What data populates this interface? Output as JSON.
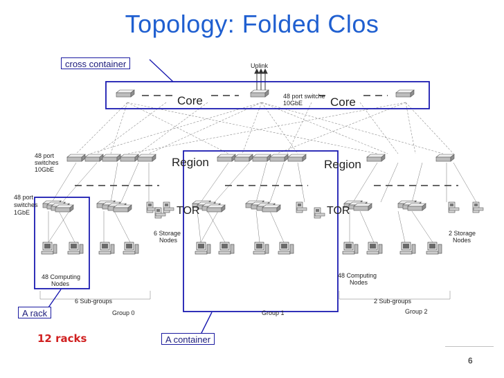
{
  "slide": {
    "title": "Topology: Folded Clos",
    "page_number": "6"
  },
  "callouts": {
    "cross_container": "cross container",
    "a_rack": "A rack",
    "a_container": "A container",
    "racks_count": "12 racks"
  },
  "diagram": {
    "uplink": "Uplink",
    "core_left": "Core",
    "core_right": "Core",
    "core_switch_spec_line1": "48 port switche",
    "core_switch_spec_line2": "10GbE",
    "region_left": "Region",
    "region_right": "Region",
    "tor_left": "TOR",
    "tor_right": "TOR",
    "agg_spec_line1": "48 port",
    "agg_spec_line2": "switches",
    "agg_spec_line3": "10GbE",
    "tor_spec_line1": "48 port",
    "tor_spec_line2": "switches",
    "tor_spec_line3": "1GbE",
    "storage_g0_line1": "6 Storage",
    "storage_g0_line2": "Nodes",
    "storage_g2_line1": "2 Storage",
    "storage_g2_line2": "Nodes",
    "compute_g0_line1": "48 Computing",
    "compute_g0_line2": "Nodes",
    "compute_g2_line1": "48 Computing",
    "compute_g2_line2": "Nodes",
    "subgroups_g0": "6 Sub-groups",
    "subgroups_g2": "2 Sub-groups",
    "group0": "Group 0",
    "group1": "Group 1",
    "group2": "Group 2"
  },
  "colors": {
    "title": "#1f5fd0",
    "highlight_box": "#1a1ab0",
    "racks_text": "#d02020"
  }
}
